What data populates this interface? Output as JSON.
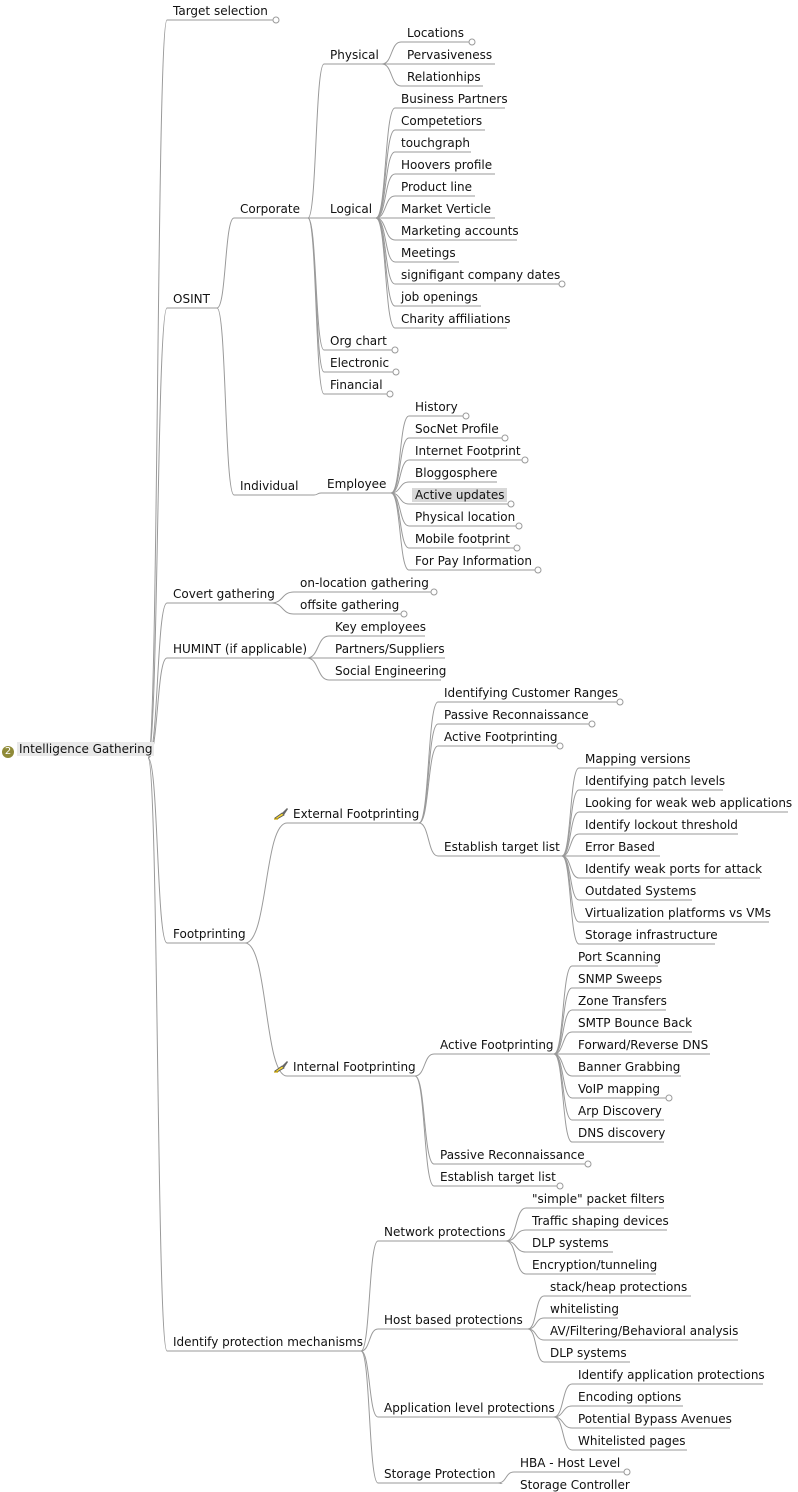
{
  "root": {
    "label": "Intelligence Gathering",
    "badge": "2"
  },
  "nodes": {
    "target_selection": "Target selection",
    "osint": "OSINT",
    "corporate": "Corporate",
    "physical": "Physical",
    "locations": "Locations",
    "pervasiveness": "Pervasiveness",
    "relationhips": "Relationhips",
    "logical": "Logical",
    "business_partners": "Business Partners",
    "competetiors": "Competetiors",
    "touchgraph": "touchgraph",
    "hoovers_profile": "Hoovers profile",
    "product_line": "Product line",
    "market_verticle": "Market Verticle",
    "marketing_accounts": "Marketing accounts",
    "meetings": "Meetings",
    "signifigant_company_dates": "signifigant company dates",
    "job_openings": "job openings",
    "charity_affiliations": "Charity affiliations",
    "org_chart": "Org chart",
    "electronic": "Electronic",
    "financial": "Financial",
    "individual": "Individual",
    "employee": "Employee",
    "history": "History",
    "socnet_profile": "SocNet Profile",
    "internet_footprint": "Internet Footprint",
    "bloggosphere": "Bloggosphere",
    "active_updates": "Active updates",
    "physical_location": "Physical location",
    "mobile_footprint": "Mobile footprint",
    "for_pay_information": "For Pay Information",
    "covert_gathering": "Covert gathering",
    "on_location_gathering": "on-location gathering",
    "offsite_gathering": "offsite gathering",
    "humint": "HUMINT (if applicable)",
    "key_employees": "Key employees",
    "partners_suppliers": "Partners/Suppliers",
    "social_engineering": "Social Engineering",
    "footprinting": "Footprinting",
    "external_footprinting": "External Footprinting",
    "identifying_customer_ranges": "Identifying Customer Ranges",
    "ext_passive_recon": "Passive Reconnaissance",
    "ext_active_footprinting": "Active Footprinting",
    "ext_establish_target_list": "Establish target list",
    "mapping_versions": "Mapping versions",
    "identifying_patch_levels": "Identifying patch levels",
    "looking_for_weak_web_apps": "Looking for weak web applications",
    "identify_lockout_threshold": "Identify lockout threshold",
    "error_based": "Error Based",
    "identify_weak_ports": "Identify weak ports for attack",
    "outdated_systems": "Outdated Systems",
    "virtualization_platforms": "Virtualization platforms vs VMs",
    "storage_infrastructure": "Storage infrastructure",
    "internal_footprinting": "Internal Footprinting",
    "int_active_footprinting": "Active Footprinting",
    "port_scanning": "Port Scanning",
    "snmp_sweeps": "SNMP Sweeps",
    "zone_transfers": "Zone Transfers",
    "smtp_bounce_back": "SMTP Bounce Back",
    "forward_reverse_dns": "Forward/Reverse DNS",
    "banner_grabbing": "Banner Grabbing",
    "voip_mapping": "VoIP mapping",
    "arp_discovery": "Arp Discovery",
    "dns_discovery": "DNS discovery",
    "int_passive_recon": "Passive Reconnaissance",
    "int_establish_target_list": "Establish target list",
    "identify_protection_mechanisms": "Identify protection mechanisms",
    "network_protections": "Network protections",
    "simple_packet_filters": "\"simple\" packet filters",
    "traffic_shaping_devices": "Traffic shaping devices",
    "net_dlp_systems": "DLP systems",
    "encryption_tunneling": "Encryption/tunneling",
    "host_based_protections": "Host based protections",
    "stack_heap_protections": "stack/heap protections",
    "whitelisting": "whitelisting",
    "av_filtering": "AV/Filtering/Behavioral analysis",
    "host_dlp_systems": "DLP systems",
    "application_level_protections": "Application level protections",
    "identify_application_protections": "Identify application protections",
    "encoding_options": "Encoding options",
    "potential_bypass_avenues": "Potential Bypass Avenues",
    "whitelisted_pages": "Whitelisted pages",
    "storage_protection": "Storage Protection",
    "hba_host_level": "HBA - Host Level",
    "storage_controller": "Storage Controller"
  },
  "colors": {
    "line": "#9a9a9a",
    "text": "#111111",
    "highlight": "#d8d8d8",
    "badge": "#8f8a38"
  }
}
